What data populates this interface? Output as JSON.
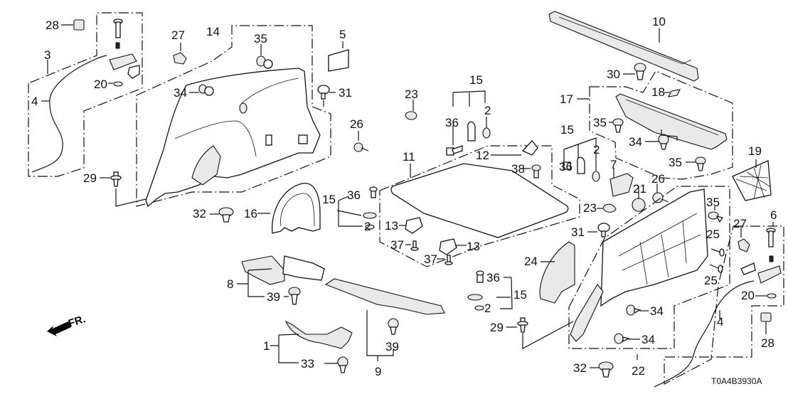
{
  "diagram": {
    "title": "Rear Side Lining / Cargo Area Trim Parts",
    "diagram_code": "T0A4B3930A",
    "direction_indicator": "FR.",
    "callouts": [
      {
        "id": "c28a",
        "label": "28"
      },
      {
        "id": "c3",
        "label": "3"
      },
      {
        "id": "c4a",
        "label": "4"
      },
      {
        "id": "c20a",
        "label": "20"
      },
      {
        "id": "c29a",
        "label": "29"
      },
      {
        "id": "c27a",
        "label": "27"
      },
      {
        "id": "c14",
        "label": "14"
      },
      {
        "id": "c35a",
        "label": "35"
      },
      {
        "id": "c34a",
        "label": "34"
      },
      {
        "id": "c5",
        "label": "5"
      },
      {
        "id": "c31a",
        "label": "31"
      },
      {
        "id": "c26a",
        "label": "26"
      },
      {
        "id": "c32a",
        "label": "32"
      },
      {
        "id": "c16",
        "label": "16"
      },
      {
        "id": "c15a",
        "label": "15"
      },
      {
        "id": "c36a",
        "label": "36"
      },
      {
        "id": "c2a",
        "label": "2"
      },
      {
        "id": "c23a",
        "label": "23"
      },
      {
        "id": "c15b",
        "label": "15"
      },
      {
        "id": "c36b",
        "label": "36"
      },
      {
        "id": "c2b",
        "label": "2"
      },
      {
        "id": "c11",
        "label": "11"
      },
      {
        "id": "c12",
        "label": "12"
      },
      {
        "id": "c38",
        "label": "38"
      },
      {
        "id": "c13a",
        "label": "13"
      },
      {
        "id": "c13b",
        "label": "13"
      },
      {
        "id": "c37a",
        "label": "37"
      },
      {
        "id": "c37b",
        "label": "37"
      },
      {
        "id": "c10",
        "label": "10"
      },
      {
        "id": "c30",
        "label": "30"
      },
      {
        "id": "c18",
        "label": "18"
      },
      {
        "id": "c17",
        "label": "17"
      },
      {
        "id": "c35b",
        "label": "35"
      },
      {
        "id": "c34b",
        "label": "34"
      },
      {
        "id": "c35c",
        "label": "35"
      },
      {
        "id": "c15c",
        "label": "15"
      },
      {
        "id": "c36c",
        "label": "36"
      },
      {
        "id": "c2c",
        "label": "2"
      },
      {
        "id": "c7",
        "label": "7"
      },
      {
        "id": "c21",
        "label": "21"
      },
      {
        "id": "c26b",
        "label": "26"
      },
      {
        "id": "c23b",
        "label": "23"
      },
      {
        "id": "c19",
        "label": "19"
      },
      {
        "id": "c31b",
        "label": "31"
      },
      {
        "id": "c35d",
        "label": "35"
      },
      {
        "id": "c25a",
        "label": "25"
      },
      {
        "id": "c25b",
        "label": "25"
      },
      {
        "id": "c27b",
        "label": "27"
      },
      {
        "id": "c6",
        "label": "6"
      },
      {
        "id": "c24",
        "label": "24"
      },
      {
        "id": "c20b",
        "label": "20"
      },
      {
        "id": "c4b",
        "label": "4"
      },
      {
        "id": "c28b",
        "label": "28"
      },
      {
        "id": "c34c",
        "label": "34"
      },
      {
        "id": "c34d",
        "label": "34"
      },
      {
        "id": "c22",
        "label": "22"
      },
      {
        "id": "c32b",
        "label": "32"
      },
      {
        "id": "c29b",
        "label": "29"
      },
      {
        "id": "c15d",
        "label": "15"
      },
      {
        "id": "c36d",
        "label": "36"
      },
      {
        "id": "c2d",
        "label": "2"
      },
      {
        "id": "c8",
        "label": "8"
      },
      {
        "id": "c39a",
        "label": "39"
      },
      {
        "id": "c9",
        "label": "9"
      },
      {
        "id": "c39b",
        "label": "39"
      },
      {
        "id": "c1",
        "label": "1"
      },
      {
        "id": "c33",
        "label": "33"
      }
    ]
  }
}
